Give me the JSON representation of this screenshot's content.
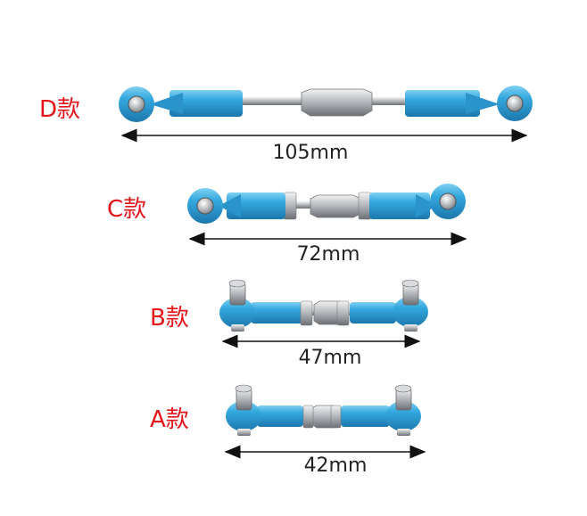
{
  "colors": {
    "variant_label": "#e4141b",
    "anodized_blue": "#2ea0d8",
    "steel": "#b9bcc0",
    "text": "#222222"
  },
  "rods": [
    {
      "label": "D款",
      "length": "105mm"
    },
    {
      "label": "C款",
      "length": "72mm"
    },
    {
      "label": "B款",
      "length": "47mm"
    },
    {
      "label": "A款",
      "length": "42mm"
    }
  ]
}
